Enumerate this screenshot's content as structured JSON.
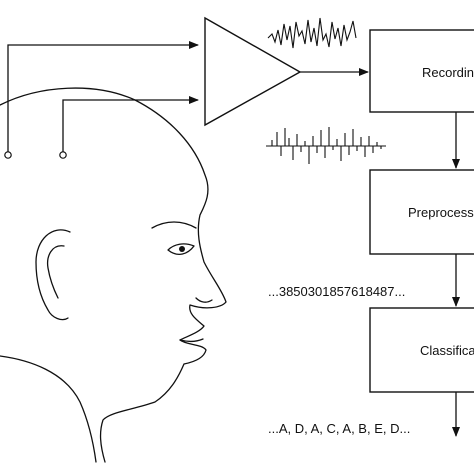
{
  "blocks": {
    "recording": "Recording",
    "preprocessing": "Preprocessing",
    "classification": "Classification"
  },
  "streams": {
    "digits": "...3850301857618487...",
    "letters": "...A, D, A, C, A, B, E, D..."
  }
}
